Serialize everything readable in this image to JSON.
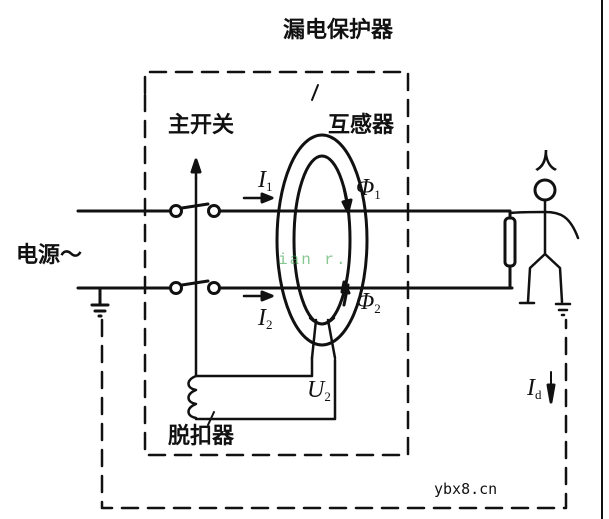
{
  "diagram": {
    "title": "漏电保护器",
    "labels": {
      "main_switch": "主开关",
      "transformer": "互感器",
      "power_source": "电源～",
      "person": "人",
      "trip_unit": "脱扣器"
    },
    "symbols": {
      "i1": "I",
      "i1_sub": "1",
      "i2": "I",
      "i2_sub": "2",
      "phi1": "Φ",
      "phi1_sub": "1",
      "phi2": "Φ",
      "phi2_sub": "2",
      "u2": "U",
      "u2_sub": "2",
      "id": "I",
      "id_sub": "d"
    },
    "faint_overlay": "ian  r.",
    "watermark": "ybx8.cn",
    "colors": {
      "line": "#111111",
      "background": "#ffffff",
      "overlay": "#3aa34a"
    }
  }
}
